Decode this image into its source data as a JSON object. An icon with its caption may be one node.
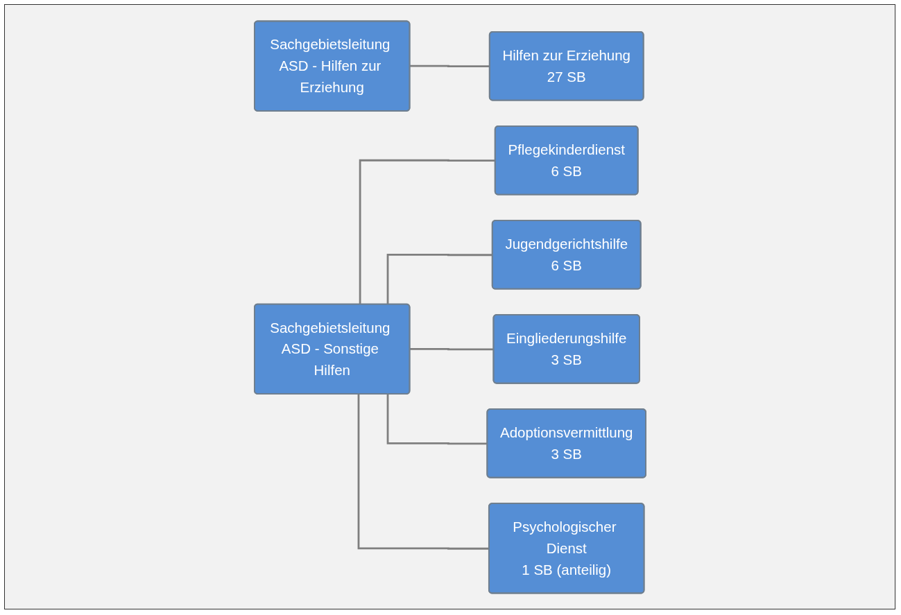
{
  "diagram": {
    "nodes": [
      {
        "text": [
          "Sachgebietsleitung ASD - Hilfen zur Erziehung"
        ]
      },
      {
        "text": [
          "Hilfen zur Erziehung",
          "27 SB"
        ]
      },
      {
        "text": [
          "Sachgebietsleitung ASD - Sonstige Hilfen"
        ]
      },
      {
        "text": [
          "Pflegekinderdienst",
          "6 SB"
        ]
      },
      {
        "text": [
          "Jugendgerichtshilfe",
          "6 SB"
        ]
      },
      {
        "text": [
          "Eingliederungshilfe",
          "3 SB"
        ]
      },
      {
        "text": [
          "Adoptionsvermittlung",
          "3 SB"
        ]
      },
      {
        "text": [
          "Psychologischer Dienst",
          "1 SB (anteilig)"
        ]
      }
    ],
    "edges": [
      {
        "from": 0,
        "to": 1,
        "arrow": "none"
      },
      {
        "from": 2,
        "to": 3,
        "arrow": "none"
      },
      {
        "from": 2,
        "to": 4,
        "arrow": "none"
      },
      {
        "from": 2,
        "to": 5,
        "arrow": "none"
      },
      {
        "from": 2,
        "to": 6,
        "arrow": "none"
      },
      {
        "from": 2,
        "to": 7,
        "arrow": "none"
      }
    ]
  }
}
